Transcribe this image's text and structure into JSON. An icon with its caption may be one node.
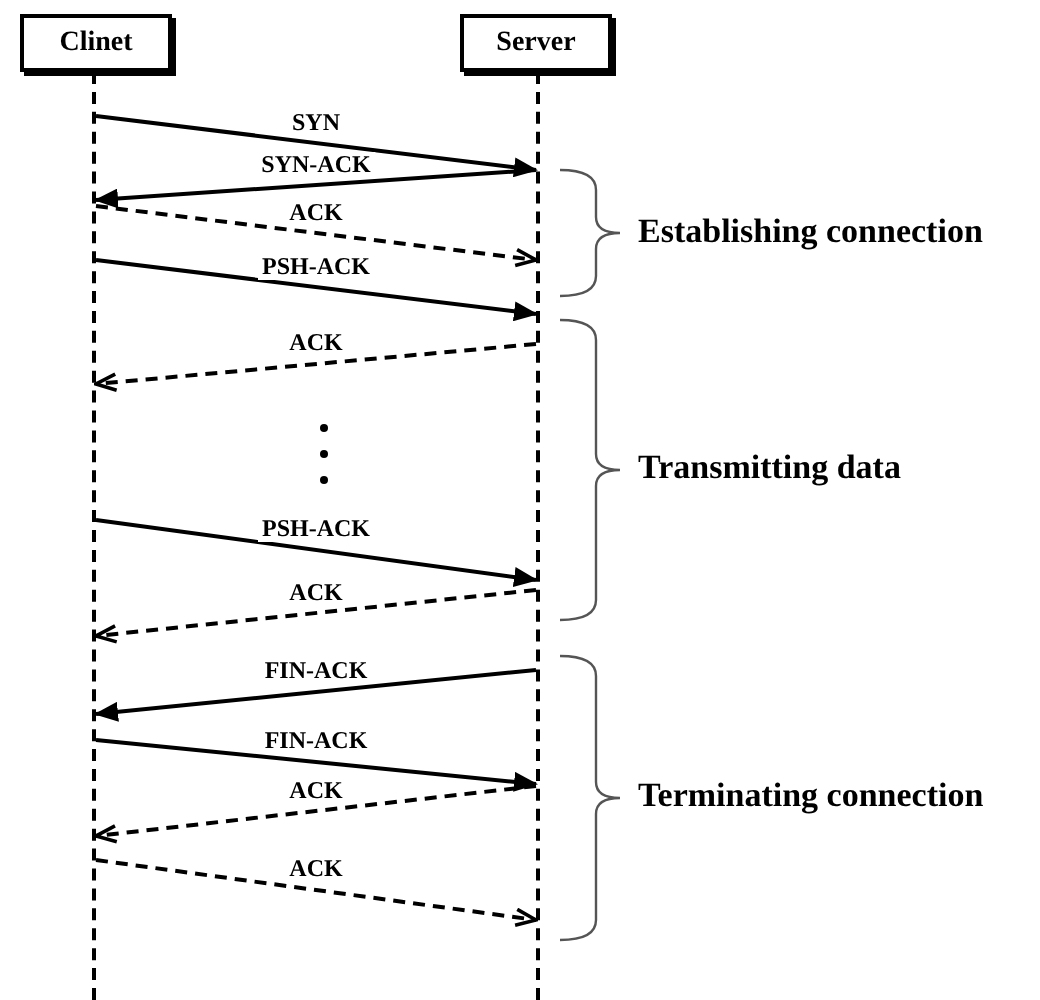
{
  "diagram": {
    "nodes": [
      {
        "text": [
          "Clinet"
        ]
      },
      {
        "text": [
          "Server"
        ]
      },
      {
        "text": [],
        "shape": "line"
      },
      {
        "text": [],
        "shape": "line"
      }
    ],
    "edges": [
      {
        "from": 2,
        "to": 3,
        "arrow": "to",
        "label": "SYN"
      },
      {
        "from": 3,
        "to": 2,
        "arrow": "to",
        "label": "SYN-ACK"
      },
      {
        "from": 2,
        "to": 3,
        "arrow": "to",
        "label": "ACK",
        "style": "dashed"
      },
      {
        "from": 2,
        "to": 3,
        "arrow": "to",
        "label": "PSH-ACK"
      },
      {
        "from": 3,
        "to": 2,
        "arrow": "to",
        "label": "ACK",
        "style": "dashed"
      },
      {
        "from": 2,
        "to": 3,
        "arrow": "to",
        "label": "PSH-ACK"
      },
      {
        "from": 3,
        "to": 2,
        "arrow": "to",
        "label": "ACK",
        "style": "dashed"
      },
      {
        "from": 3,
        "to": 2,
        "arrow": "to",
        "label": "FIN-ACK"
      },
      {
        "from": 2,
        "to": 3,
        "arrow": "to",
        "label": "FIN-ACK"
      },
      {
        "from": 3,
        "to": 2,
        "arrow": "to",
        "label": "ACK",
        "style": "dashed"
      },
      {
        "from": 2,
        "to": 3,
        "arrow": "to",
        "label": "ACK",
        "style": "dashed"
      }
    ],
    "labels": [
      "Establishing connection",
      "Transmitting data",
      "Terminating connection"
    ]
  }
}
